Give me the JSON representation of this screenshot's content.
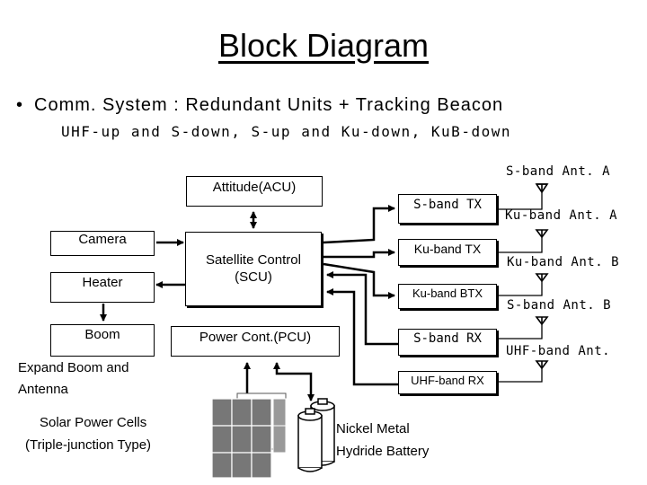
{
  "title": "Block  Diagram",
  "bullet": "Comm. System : Redundant Units + Tracking Beacon",
  "subtitle": "UHF-up and S-down, S-up and Ku-down, KuB-down",
  "blocks": {
    "attitude": "Attitude(ACU)",
    "camera": "Camera",
    "heater": "Heater",
    "boom": "Boom",
    "scu_line1": "Satellite  Control",
    "scu_line2": "(SCU)",
    "pcu": "Power  Cont.(PCU)",
    "s_tx": "S-band  TX",
    "ku_tx": "Ku-band  TX",
    "ku_btx": "Ku-band    BTX",
    "s_rx": "S-band  RX",
    "uhf_rx": "UHF-band  RX"
  },
  "antennas": {
    "s_a": "S-band  Ant.  A",
    "ku_a": "Ku-band  Ant.  A",
    "ku_b": "Ku-band  Ant.  B",
    "s_b": "S-band  Ant.  B",
    "uhf": "UHF-band  Ant."
  },
  "labels": {
    "boom_line1": "Expand  Boom  and",
    "boom_line2": "Antenna",
    "solar_line1": "Solar  Power  Cells",
    "solar_line2": "(Triple-junction  Type)",
    "battery_line1": "Nickel  Metal",
    "battery_line2": "Hydride  Battery"
  }
}
